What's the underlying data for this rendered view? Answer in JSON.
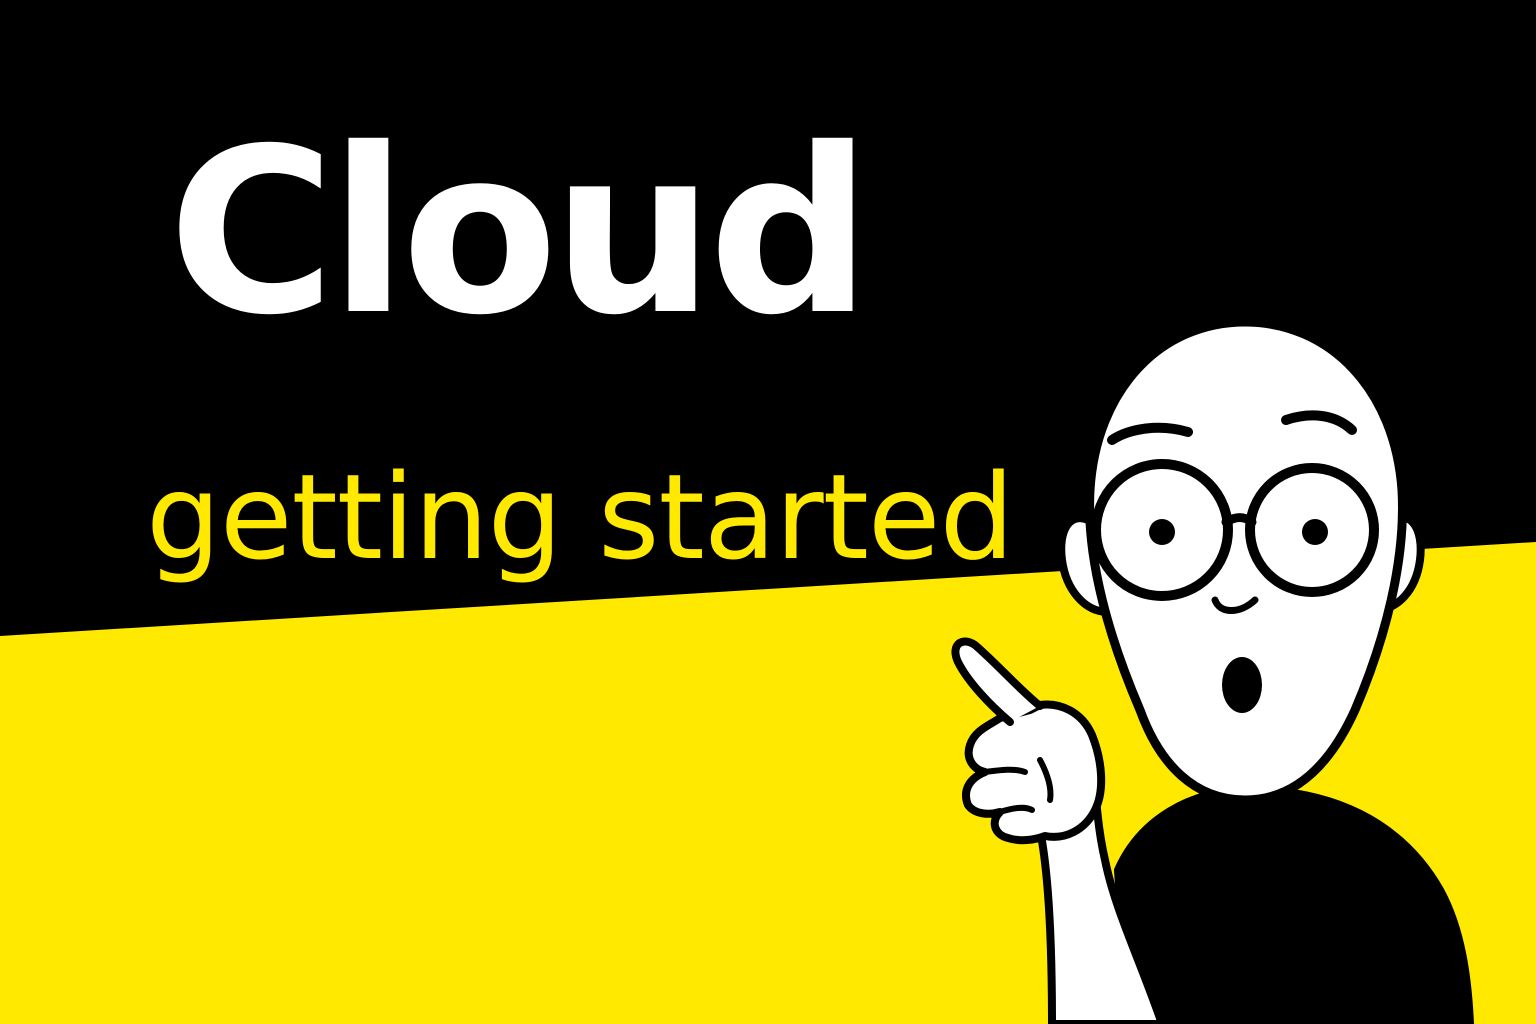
{
  "title": "Cloud",
  "subtitle": "getting started",
  "colors": {
    "background_top": "#000000",
    "background_bottom": "#ffe900",
    "title_text": "#ffffff",
    "subtitle_text": "#ffe900",
    "character_skin": "#ffffff",
    "character_outline": "#000000",
    "character_shirt": "#000000"
  },
  "illustration": {
    "icon": "surprised-bald-man-with-glasses-pointing-up",
    "expression": "surprised",
    "gesture": "pointing-up"
  }
}
